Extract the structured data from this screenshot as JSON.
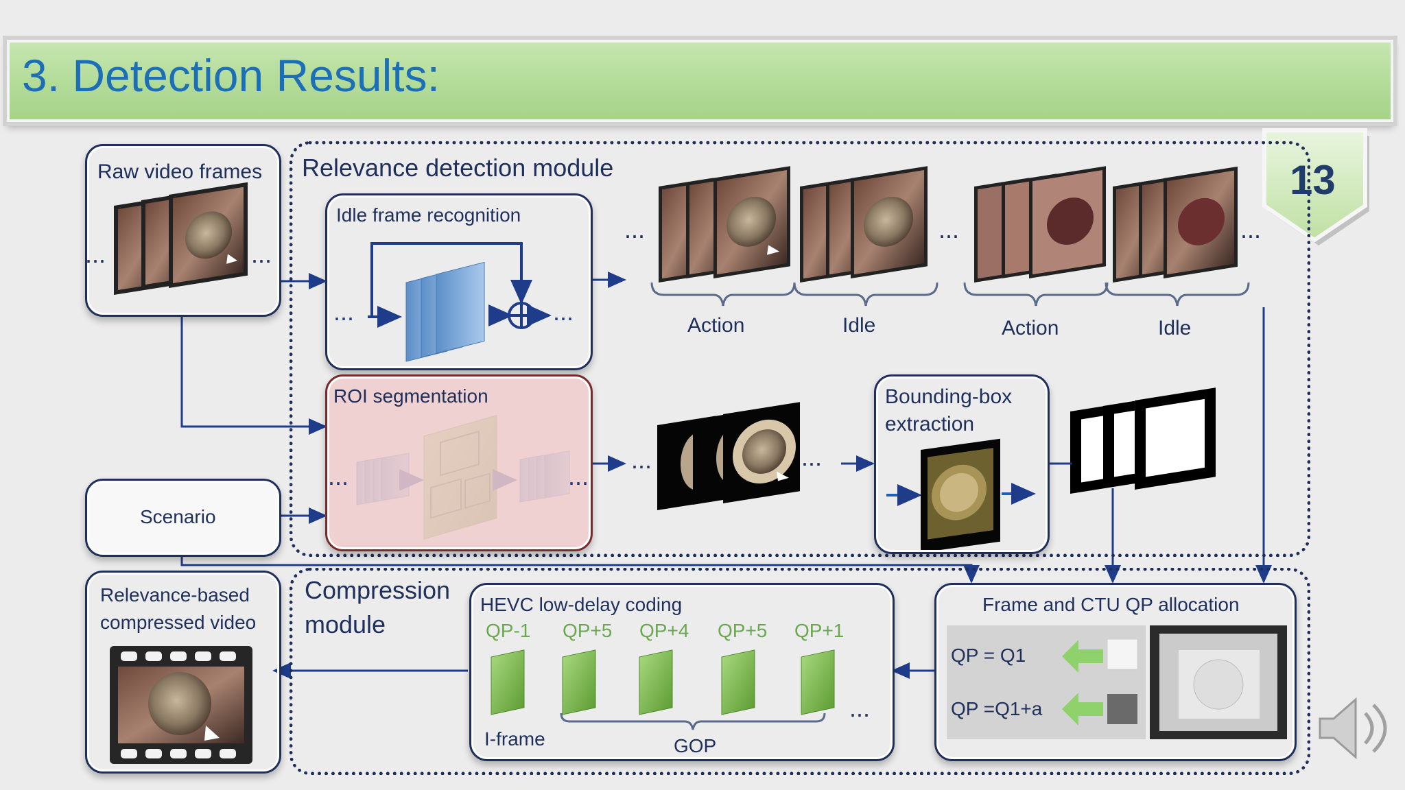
{
  "slide": {
    "title": "3. Detection Results:",
    "page_number": "13"
  },
  "inputs": {
    "raw_video_frames": "Raw video frames",
    "scenario": "Scenario"
  },
  "relevance_module": {
    "title": "Relevance detection module",
    "idle_frame_recognition": "Idle frame recognition",
    "roi_segmentation": "ROI segmentation",
    "bbox_extraction_line1": "Bounding-box",
    "bbox_extraction_line2": "extraction",
    "ellipsis": "...",
    "frame_groups": [
      {
        "label": "Action"
      },
      {
        "label": "Idle"
      },
      {
        "label": "Action"
      },
      {
        "label": "Idle"
      }
    ]
  },
  "compression_module": {
    "title_line1": "Compression",
    "title_line2": "module",
    "hevc_title": "HEVC low-delay coding",
    "qp_labels": [
      "QP-1",
      "QP+5",
      "QP+4",
      "QP+5",
      "QP+1"
    ],
    "iframe_label": "I-frame",
    "gop_label": "GOP",
    "ellipsis": "...",
    "qp_allocation_title": "Frame and CTU QP allocation",
    "qp_eq1": "QP = Q1",
    "qp_eq2": "QP =Q1+a"
  },
  "output": {
    "line1": "Relevance-based",
    "line2": "compressed video"
  },
  "colors": {
    "title_bar": "#b2db98",
    "title_text": "#1c6fb7",
    "navy": "#1f2f5c",
    "arrow": "#1f3c8a",
    "roi_fill": "#f0d3d3",
    "roi_border": "#c0392b",
    "frame_green": "#7dbd4f",
    "blue_block": "#7fa9d9"
  },
  "icons": [
    "speaker-icon",
    "page-number-badge"
  ]
}
